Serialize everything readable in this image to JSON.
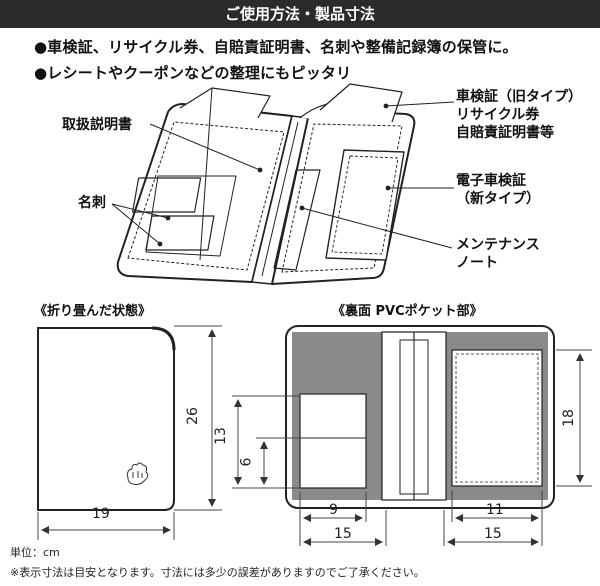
{
  "header": {
    "title": "ご使用方法・製品寸法"
  },
  "bullets": [
    "●車検証、リサイクル券、自賠責証明書、名刺や整備記録簿の保管に。",
    "●レシートやクーポンなどの整理にもピッタリ"
  ],
  "labels": {
    "manual": "取扱説明書",
    "business_card": "名刺",
    "old_type_l1": "車検証（旧タイプ）",
    "old_type_l2": "リサイクル券",
    "old_type_l3": "自賠責証明書等",
    "e_cert_l1": "電子車検証",
    "e_cert_l2": "（新タイプ）",
    "maintenance_l1": "メンテナンス",
    "maintenance_l2": "ノート"
  },
  "sections": {
    "folded": "《折り畳んだ状態》",
    "back": "《裏面 PVCポケット部》"
  },
  "dimensions": {
    "width": "19",
    "height": "26",
    "pocket_h13": "13",
    "pocket_h6": "6",
    "pocket_w9": "9",
    "pocket_w15_left": "15",
    "pocket_h18": "18",
    "pocket_w11": "11",
    "pocket_w15_right": "15"
  },
  "footer": {
    "unit": "単位：cm",
    "note": "※表示寸法は目安となります。寸法には多少の誤差がありますのでご了承ください。"
  }
}
